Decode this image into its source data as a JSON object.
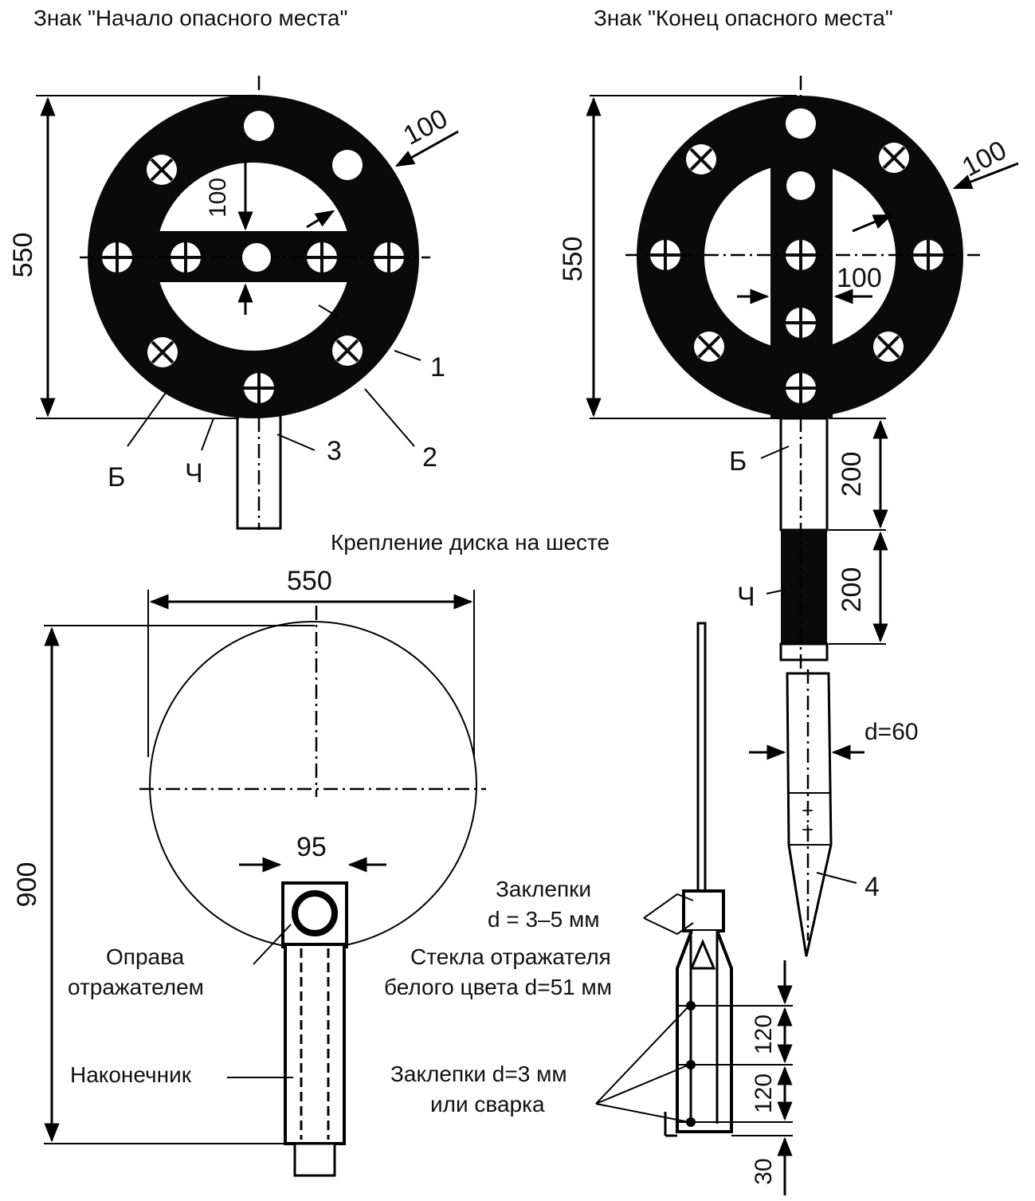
{
  "titles": {
    "start_sign": "Знак \"Начало опасного места\"",
    "end_sign": "Знак \"Конец опасного места\"",
    "mounting": "Крепление диска на шесте"
  },
  "start_sign": {
    "dim_height": "550",
    "dim_ring": "100",
    "dim_bar": "100",
    "label_1": "1",
    "label_2": "2",
    "label_3": "3",
    "label_b": "Б",
    "label_ch": "Ч"
  },
  "end_sign": {
    "dim_height": "550",
    "dim_ring": "100",
    "dim_bar": "100",
    "label_b": "Б",
    "label_ch": "Ч",
    "dim_white": "200",
    "dim_black": "200",
    "dim_diameter": "d=60",
    "label_4": "4"
  },
  "mount": {
    "dim_width": "550",
    "dim_height": "900",
    "dim_bracket": "95",
    "frame_line1": "Оправа",
    "frame_line2": "отражателем",
    "tip": "Наконечник"
  },
  "side_view": {
    "rivets_line1": "Заклепки",
    "rivets_line2": "d = 3–5 мм",
    "glass_line1": "Стекла отражателя",
    "glass_line2": "белого цвета d=51 мм",
    "rivets2_line1": "Заклепки d=3 мм",
    "rivets2_line2": "или сварка",
    "dim_a": "120",
    "dim_b": "120",
    "dim_c": "30"
  }
}
